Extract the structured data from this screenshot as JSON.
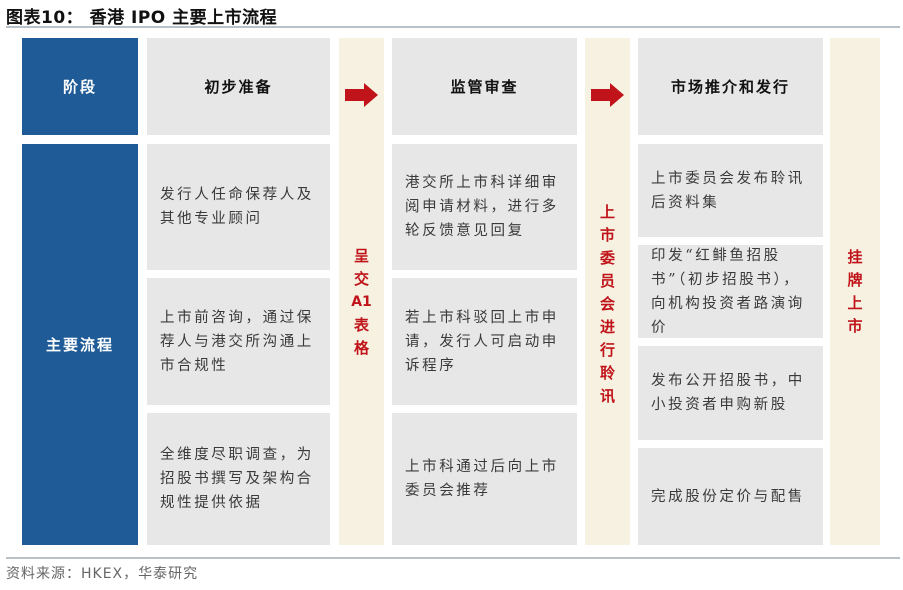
{
  "title": "图表10：  香港 IPO 主要上市流程",
  "row_labels": {
    "stage": "阶段",
    "main_process": "主要流程"
  },
  "stages": [
    {
      "name": "初步准备",
      "steps": [
        "发行人任命保荐人及其他专业顾问",
        "上市前咨询，通过保荐人与港交所沟通上市合规性",
        "全维度尽职调查，为招股书撰写及架构合规性提供依据"
      ]
    },
    {
      "name": "监管审查",
      "steps": [
        "港交所上市科详细审阅申请材料，进行多轮反馈意见回复",
        "若上市科驳回上市申请，发行人可启动申诉程序",
        "上市科通过后向上市委员会推荐"
      ]
    },
    {
      "name": "市场推介和发行",
      "steps": [
        "上市委员会发布聆讯后资料集",
        "印发“红鲱鱼招股书”（初步招股书），向机构投资者路演询价",
        "发布公开招股书，中小投资者申购新股",
        "完成股份定价与配售"
      ]
    }
  ],
  "milestones": [
    {
      "label": "呈交A1表格",
      "chars": [
        "呈",
        "交",
        "A1",
        "表",
        "格"
      ]
    },
    {
      "label": "上市委员会进行聆讯",
      "chars": [
        "上",
        "市",
        "委",
        "员",
        "会",
        "进",
        "行",
        "聆",
        "讯"
      ]
    },
    {
      "label": "挂牌上市",
      "chars": [
        "挂",
        "牌",
        "上",
        "市"
      ]
    }
  ],
  "colors": {
    "label_blue": "#1f5b96",
    "cell_gray": "#e7e7e8",
    "milestone_beige": "#f6f1e1",
    "accent_red": "#c0141a"
  },
  "source": "资料来源：HKEX，华泰研究"
}
